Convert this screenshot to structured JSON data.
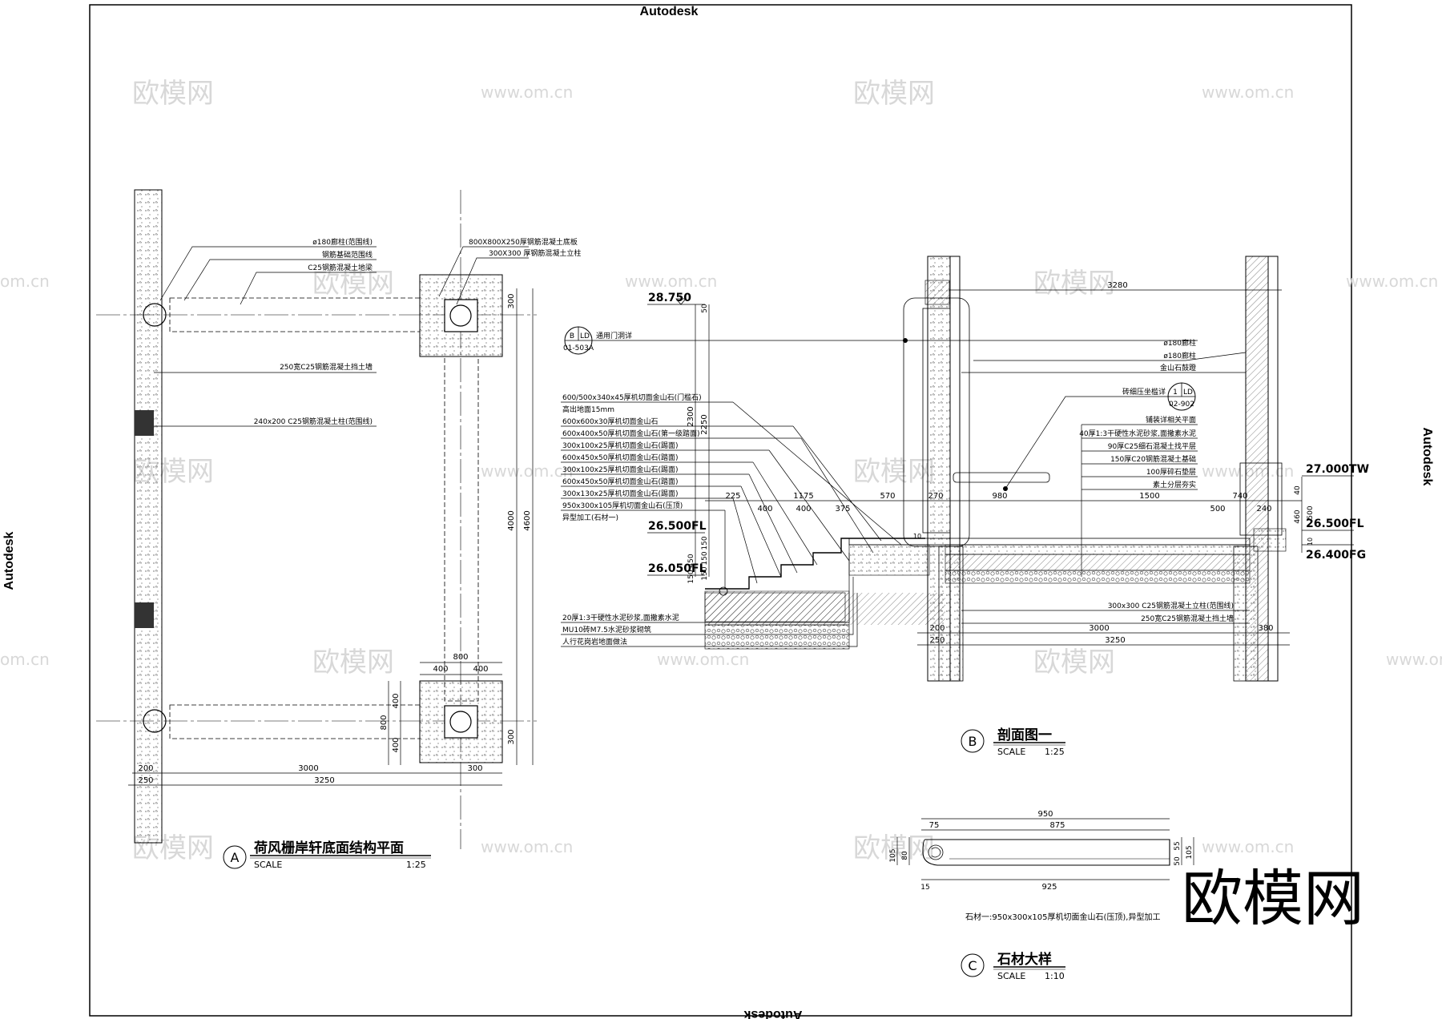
{
  "brand": "Autodesk",
  "watermark": {
    "cn": "欧模网",
    "url": "www.om.cn",
    "url_short": "om.cn"
  },
  "view_a": {
    "label": "A",
    "title": "荷风栅岸轩底面结构平面",
    "scale_word": "SCALE",
    "scale": "1:25",
    "notes": [
      "ø180廊柱(范围线)",
      "钢筋基础范围线",
      "C25钢筋混凝土地梁",
      "250宽C25钢筋混凝土挡土墙",
      "240x200 C25钢筋混凝土柱(范围线)",
      "800X800X250厚钢筋混凝土底板",
      "300X300 厚钢筋混凝土立柱"
    ],
    "dims": [
      "300",
      "4000",
      "4600",
      "300",
      "800",
      "400",
      "400",
      "400",
      "400",
      "800",
      "200",
      "3000",
      "300",
      "250",
      "3250"
    ]
  },
  "view_b": {
    "label": "B",
    "title": "剖面图一",
    "scale_word": "SCALE",
    "scale": "1:25",
    "levels": [
      "28.750",
      "26.500FL",
      "26.050FL",
      "27.000TW",
      "26.500FL",
      "26.400FG"
    ],
    "ref_main": {
      "top": "B",
      "mid": "LD",
      "bottom": "01-503A",
      "note": "通用门洞详"
    },
    "ref_right": {
      "top": "1",
      "mid": "LD",
      "bottom": "02-902",
      "note": "砖细压坐槛详"
    },
    "notes_left": [
      "600/500x340x45厚机切面金山石(门槛石)",
      "高出地面15mm",
      "600x600x30厚机切面金山石",
      "600x400x50厚机切面金山石(第一级踏面)",
      "300x100x25厚机切面金山石(踢面)",
      "600x450x50厚机切面金山石(踏面)",
      "300x100x25厚机切面金山石(踢面)",
      "600x450x50厚机切面金山石(踏面)",
      "300x130x25厚机切面金山石(踢面)",
      "950x300x105厚机切面金山石(压顶)",
      "异型加工(石材一)"
    ],
    "notes_bottom": [
      "20厚1:3干硬性水泥砂浆,面撒素水泥",
      "MU10砖M7.5水泥砂浆砌筑",
      "人行花岗岩地面做法"
    ],
    "notes_right": [
      "ø180廊柱",
      "ø180廊柱",
      "金山石鼓蹬",
      "铺装详相关平面",
      "40厚1:3干硬性水泥砂浆,面撒素水泥",
      "90厚C25细石混凝土找平层",
      "150厚C20钢筋混凝土基础",
      "100厚碎石垫层",
      "素土分层夯实"
    ],
    "notes_base": [
      "300x300 C25钢筋混凝土立柱(范围线)",
      "250宽C25钢筋混凝土挡土墙"
    ],
    "dims": [
      "3280",
      "50",
      "2300",
      "2250",
      "225",
      "400",
      "1175",
      "400",
      "375",
      "570",
      "270",
      "10",
      "980",
      "1500",
      "740",
      "500",
      "240",
      "40",
      "500",
      "460",
      "10",
      "150",
      "150",
      "150",
      "450",
      "150",
      "200",
      "3000",
      "380",
      "250",
      "3250"
    ]
  },
  "view_c": {
    "label": "C",
    "title": "石材大样",
    "scale_word": "SCALE",
    "scale": "1:10",
    "note": "石材一:950x300x105厚机切面金山石(压顶),异型加工",
    "dims": [
      "950",
      "75",
      "875",
      "105",
      "80",
      "15",
      "925",
      "50",
      "55",
      "105"
    ]
  }
}
